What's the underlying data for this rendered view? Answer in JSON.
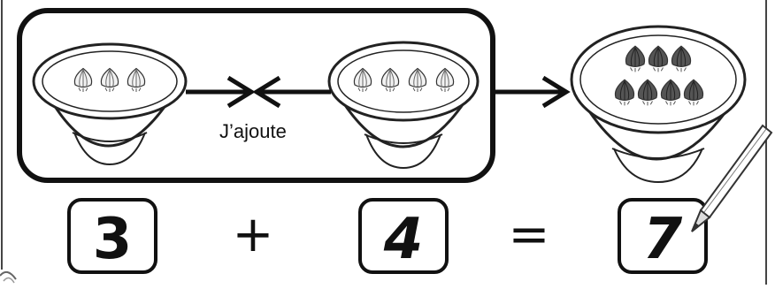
{
  "diagram": {
    "action_label": "J’ajoute",
    "operator_plus": "+",
    "operator_equals": "=",
    "first_number": "3",
    "second_number": "4",
    "result_number": "7",
    "first_bowl_count": 3,
    "second_bowl_count": 4,
    "result_bowl_count": 7
  }
}
